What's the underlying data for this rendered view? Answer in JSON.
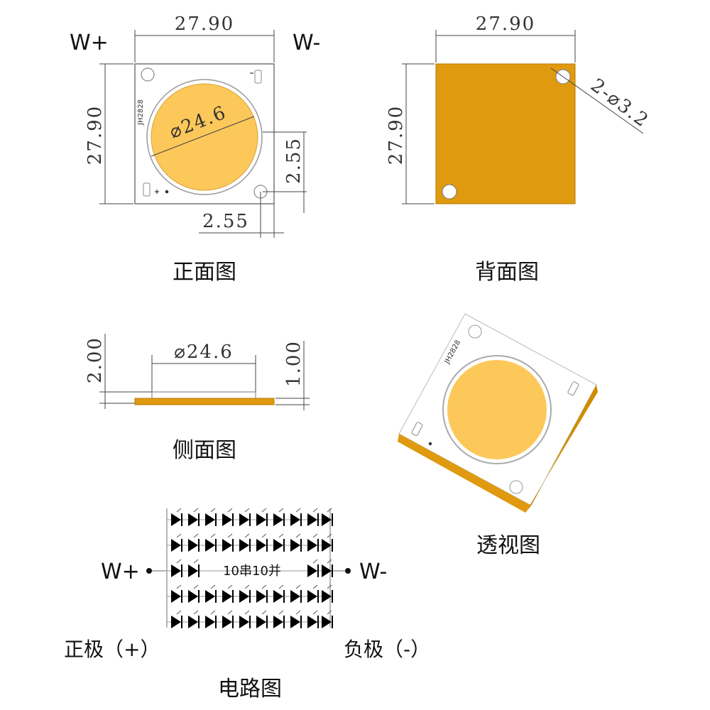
{
  "front": {
    "width": "27.90",
    "height": "27.90",
    "terminal_pos": "W+",
    "terminal_neg": "W-",
    "diameter": "⌀24.6",
    "hole_offset_x": "2.55",
    "hole_offset_y": "2.55",
    "part_code": "JH2828",
    "caption": "正面图"
  },
  "back": {
    "width": "27.90",
    "height": "27.90",
    "holes": "2-⌀3.2",
    "caption": "背面图"
  },
  "side": {
    "thickness_total": "2.00",
    "thickness_base": "1.00",
    "diameter": "⌀24.6",
    "caption": "侧面图"
  },
  "perspective": {
    "part_code": "JH2828",
    "caption": "透视图"
  },
  "circuit": {
    "terminal_pos": "W+",
    "terminal_neg": "W-",
    "config": "10串10并",
    "pole_pos": "正极（+）",
    "pole_neg": "负极（-）",
    "caption": "电路图"
  },
  "colors": {
    "phosphor": "#fcc85a",
    "substrate": "#e09a10",
    "board": "#ffffff"
  }
}
